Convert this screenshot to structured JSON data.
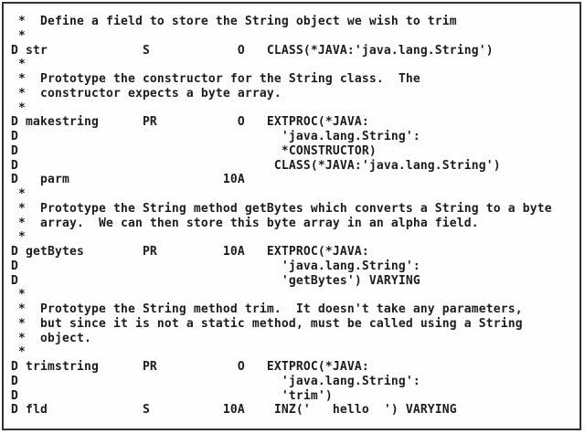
{
  "code_listing": {
    "language": "RPG IV",
    "lines": [
      " *  Define a field to store the String object we wish to trim",
      " *",
      "D str             S            O   CLASS(*JAVA:'java.lang.String')",
      " *",
      " *  Prototype the constructor for the String class.  The",
      " *  constructor expects a byte array.",
      " *",
      "D makestring      PR           O   EXTPROC(*JAVA:",
      "D                                    'java.lang.String':",
      "D                                    *CONSTRUCTOR)",
      "D                                   CLASS(*JAVA:'java.lang.String')",
      "D   parm                     10A",
      " *",
      " *  Prototype the String method getBytes which converts a String to a byte",
      " *  array.  We can then store this byte array in an alpha field.",
      " *",
      "D getBytes        PR         10A   EXTPROC(*JAVA:",
      "D                                    'java.lang.String':",
      "D                                    'getBytes') VARYING",
      " *",
      " *  Prototype the String method trim.  It doesn't take any parameters,",
      " *  but since it is not a static method, must be called using a String",
      " *  object.",
      " *",
      "D trimstring      PR           O   EXTPROC(*JAVA:",
      "D                                    'java.lang.String':",
      "D                                    'trim')",
      "D fld             S          10A    INZ('   hello  ') VARYING"
    ]
  },
  "colors": {
    "text": "#1c1c1c",
    "border": "#333333",
    "background": "#fefefe"
  }
}
